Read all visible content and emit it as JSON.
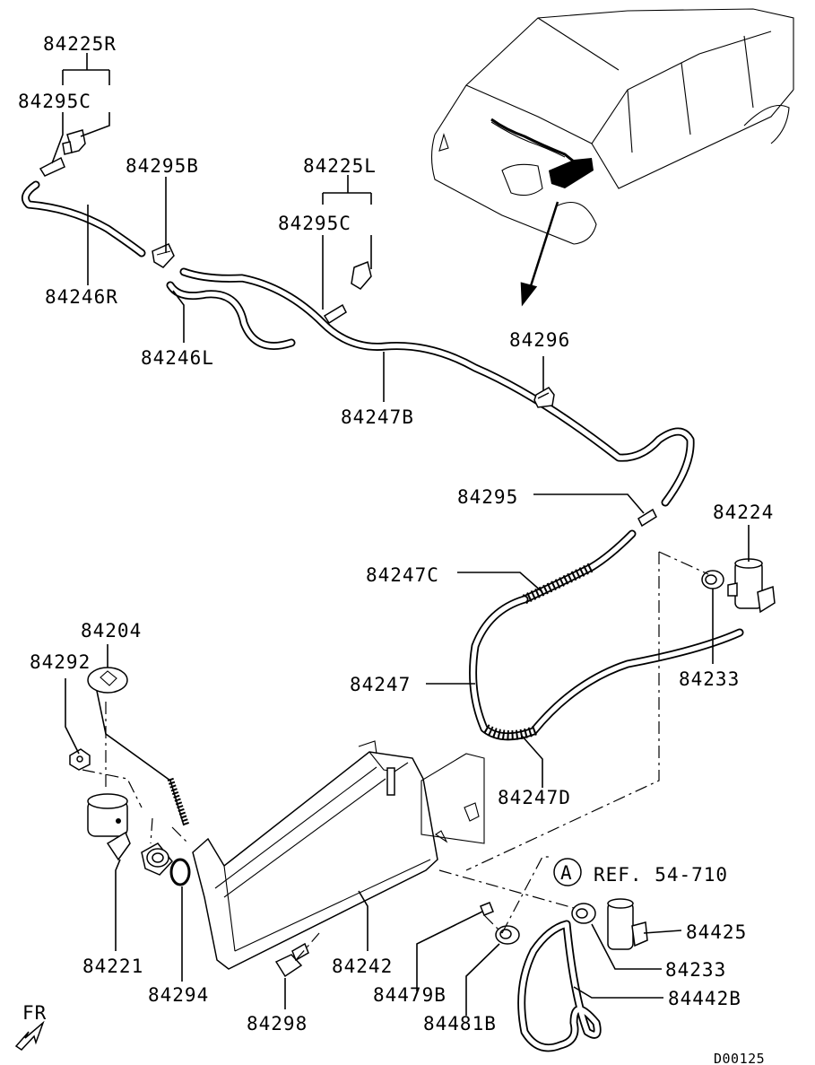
{
  "callouts": {
    "p84225R": "84225R",
    "p84295C_r": "84295C",
    "p84295B": "84295B",
    "p84225L": "84225L",
    "p84295C_l": "84295C",
    "p84246R": "84246R",
    "p84246L": "84246L",
    "p84247B": "84247B",
    "p84296": "84296",
    "p84295": "84295",
    "p84224": "84224",
    "p84247C": "84247C",
    "p84204": "84204",
    "p84292": "84292",
    "p84247": "84247",
    "p84233_top": "84233",
    "p84247D": "84247D",
    "p84221": "84221",
    "p84294": "84294",
    "p84242": "84242",
    "p84298": "84298",
    "p84479B": "84479B",
    "p84481B": "84481B",
    "p84425": "84425",
    "p84233_bot": "84233",
    "p84442B": "84442B"
  },
  "reference": {
    "circle_letter": "A",
    "text": "REF. 54-710"
  },
  "front_indicator": "FR",
  "diagram_code": "D00125",
  "colors": {
    "ink": "#000000",
    "paper": "#ffffff"
  }
}
